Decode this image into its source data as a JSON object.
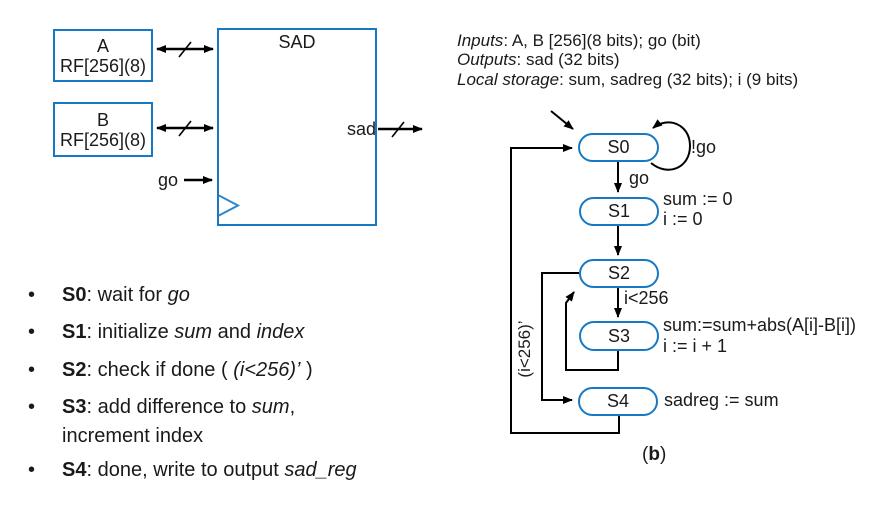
{
  "colors": {
    "accent": "#1779c4",
    "clock_chevron": "#2f86c8",
    "wire": "#000000",
    "text": "#1a1a1a"
  },
  "block_diagram": {
    "register_a": {
      "name": "A",
      "spec": "RF[256](8)"
    },
    "register_b": {
      "name": "B",
      "spec": "RF[256](8)"
    },
    "sad_block_title": "SAD",
    "sad_output_label": "sad",
    "go_input_label": "go"
  },
  "fsm": {
    "declarations": [
      {
        "segments": [
          {
            "t": "Inputs",
            "i": true
          },
          {
            "t": ": A, B [256](8 bits); go (bit)"
          }
        ]
      },
      {
        "segments": [
          {
            "t": "Outputs",
            "i": true
          },
          {
            "t": ": sad (32 bits)"
          }
        ]
      },
      {
        "segments": [
          {
            "t": "Local storage",
            "i": true
          },
          {
            "t": ": sum, sadreg (32 bits); i (9 bits)"
          }
        ]
      }
    ],
    "states": [
      {
        "label": "S0"
      },
      {
        "label": "S1"
      },
      {
        "label": "S2"
      },
      {
        "label": "S3"
      },
      {
        "label": "S4"
      }
    ],
    "transitions": {
      "s0_self": "!go",
      "s0_to_s1": "go",
      "s2_to_s3": "i<256",
      "s2_to_s4": "(i<256)’"
    },
    "actions": {
      "s1": [
        "sum := 0",
        "i := 0"
      ],
      "s3": [
        "sum:=sum+abs(A[i]-B[i])",
        "i := i + 1"
      ],
      "s4": "sadreg := sum"
    },
    "caption": {
      "segments": [
        {
          "t": "("
        },
        {
          "t": "b",
          "b": true
        },
        {
          "t": ")"
        }
      ]
    }
  },
  "notes": {
    "bullet_char": "•",
    "items": [
      {
        "segments": [
          {
            "t": "S0",
            "b": true
          },
          {
            "t": ": wait for "
          },
          {
            "t": "go",
            "i": true
          }
        ]
      },
      {
        "segments": [
          {
            "t": "S1",
            "b": true
          },
          {
            "t": ": initialize "
          },
          {
            "t": "sum",
            "i": true
          },
          {
            "t": " and "
          },
          {
            "t": "index",
            "i": true
          }
        ]
      },
      {
        "segments": [
          {
            "t": "S2",
            "b": true
          },
          {
            "t": ": check if done ( "
          },
          {
            "t": "(i<256)’",
            "i": true
          },
          {
            "t": " )"
          }
        ]
      },
      {
        "segments": [
          {
            "t": "S3",
            "b": true
          },
          {
            "t": ": add difference to "
          },
          {
            "t": "sum",
            "i": true
          },
          {
            "t": ","
          }
        ]
      },
      {
        "segments": [
          {
            "t": "increment index"
          }
        ]
      },
      {
        "segments": [
          {
            "t": "S4",
            "b": true
          },
          {
            "t": ": done, write to output "
          },
          {
            "t": "sad_reg",
            "i": true
          }
        ]
      }
    ]
  }
}
